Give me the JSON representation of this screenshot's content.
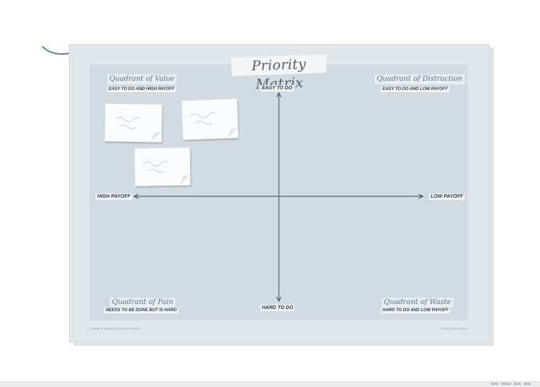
{
  "title": "Priority Matrix",
  "quadrants": {
    "value": {
      "label": "Quadrant of Value",
      "sub": "EASY TO DO AND HIGH PAYOFF"
    },
    "distraction": {
      "label": "Quadrant of Distraction",
      "sub": "EASY TO DO AND LOW PAYOFF"
    },
    "pain": {
      "label": "Quadrant of Pain",
      "sub": "NEEDS TO BE DONE BUT IS HARD"
    },
    "waste": {
      "label": "Quadrant of Waste",
      "sub": "HARD TO DO AND LOW PAYOFF"
    }
  },
  "axes": {
    "top": "EASY TO DO",
    "bottom": "HARD TO DO",
    "left": "HIGH PAYOFF",
    "right": "LOW PAYOFF"
  },
  "footer": {
    "left": "THE BEST BUSINESS IN THE WORLD",
    "right": "©2023 QTA LIMITED"
  },
  "colors": {
    "board": "#e1e6eb",
    "inner": "#d2dbe2",
    "arrow": "#5b86ad",
    "axis": "#3b4650"
  }
}
